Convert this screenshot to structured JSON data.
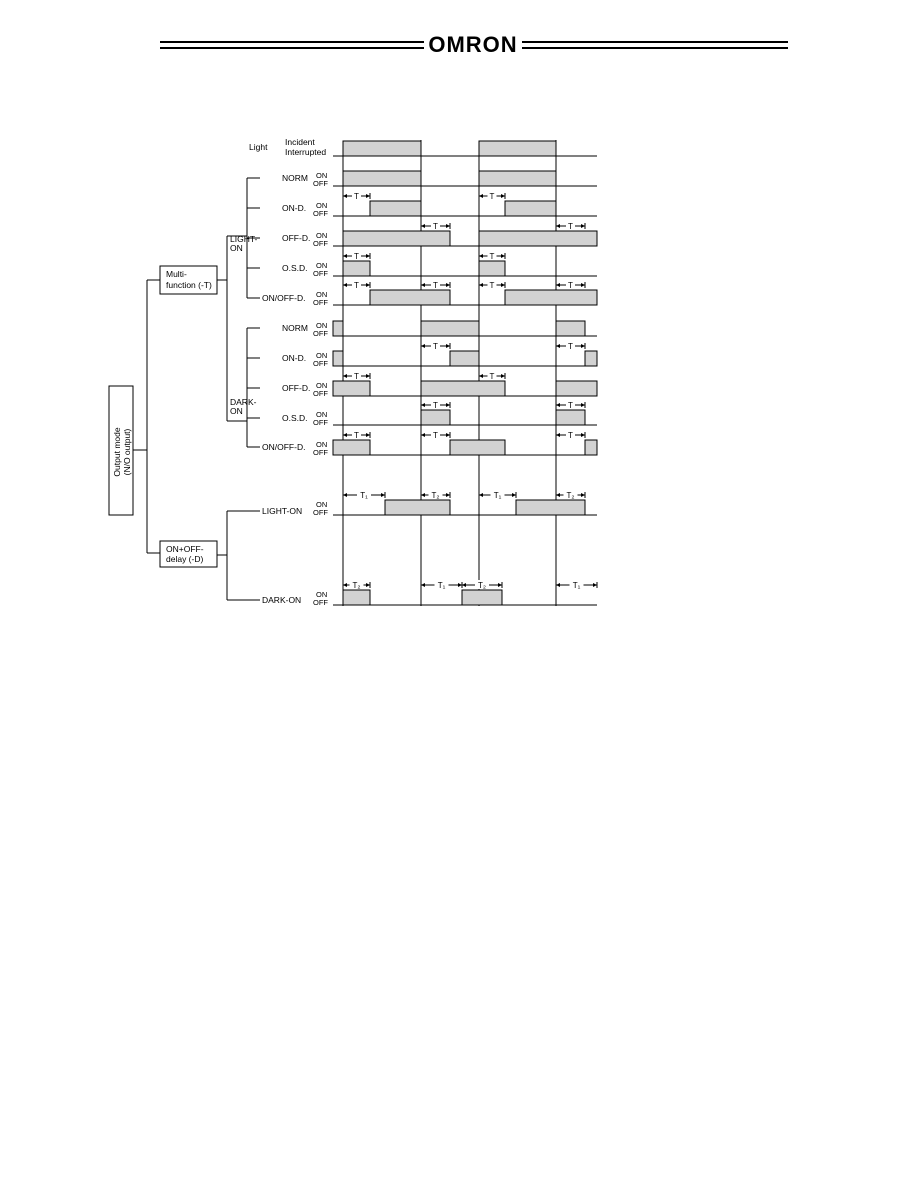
{
  "header": {
    "brand": "OMRON"
  },
  "diagram": {
    "root_label_line1": "Output mode",
    "root_label_line2": "(N/O output)",
    "light_label": "Light",
    "incident_label": "Incident",
    "interrupted_label": "Interrupted",
    "on_label": "ON",
    "off_label": "OFF",
    "t_label": "T",
    "t1_label": "T₁",
    "t2_label": "T₂",
    "multifunction": {
      "line1": "Multi-",
      "line2": "function (-T)"
    },
    "onoff_delay": {
      "line1": "ON+OFF-",
      "line2": "delay (-D)"
    },
    "light_on": {
      "line1": "LIGHT-",
      "line2": "ON"
    },
    "dark_on": {
      "line1": "DARK-",
      "line2": "ON"
    },
    "modes": [
      "NORM",
      "ON-D.",
      "OFF-D.",
      "O.S.D.",
      "ON/OFF-D."
    ],
    "delay_rows": [
      "LIGHT-ON",
      "DARK-ON"
    ]
  }
}
